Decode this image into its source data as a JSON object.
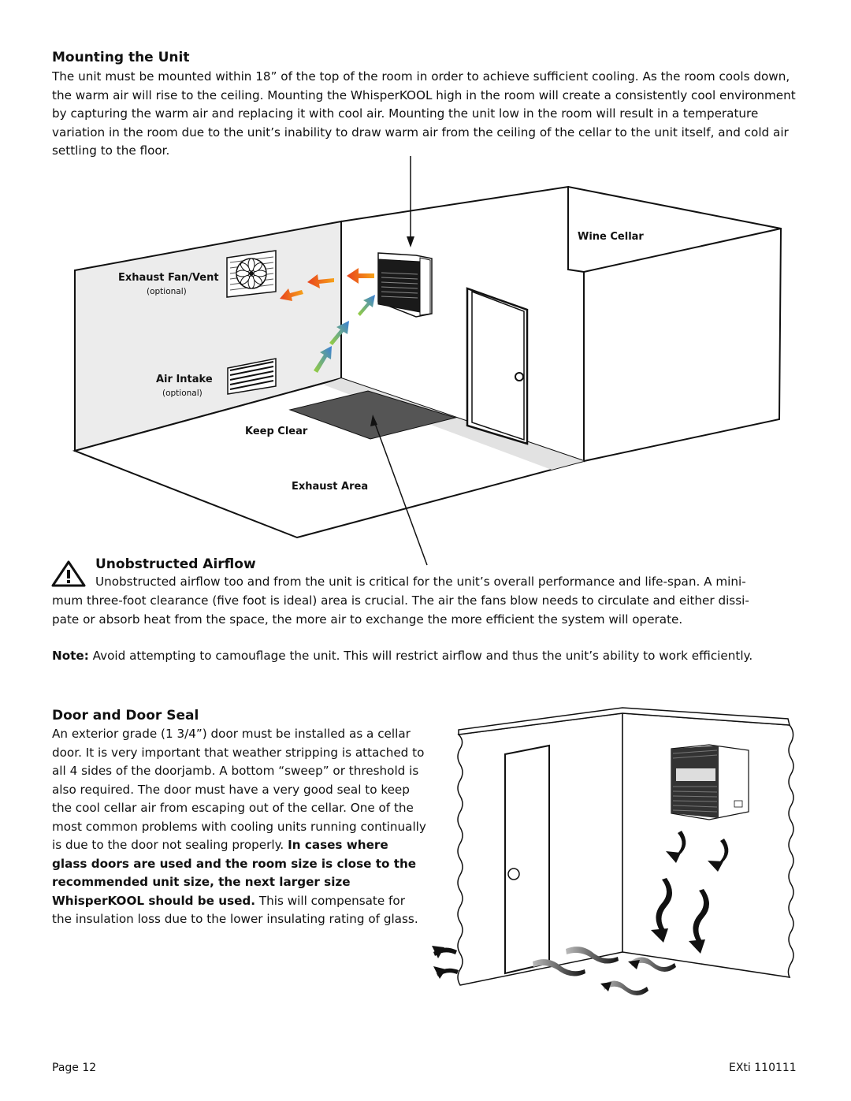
{
  "mounting": {
    "heading": "Mounting the Unit",
    "body": "The unit must be mounted within 18” of the top of the room in order to achieve sufficient cooling.  As the room cools down, the warm air will rise to the ceiling.  Mounting the WhisperKOOL high in the room will create a consistently cool environment by capturing the warm air and replacing it with cool air.  Mounting the unit low in the room will result in a temperature variation in the room due to the unit’s inability to draw warm air from the ceiling of the cellar to the unit itself, and cold air settling to the floor."
  },
  "diagram": {
    "wine_cellar": "Wine Cellar",
    "exhaust_fan": "Exhaust Fan/Vent",
    "exhaust_fan_optional": "(optional)",
    "air_intake": "Air Intake",
    "air_intake_optional": "(optional)",
    "keep_clear": "Keep Clear",
    "exhaust_area": "Exhaust Area"
  },
  "airflow": {
    "heading": "Unobstructed Airflow",
    "body": "Unobstructed airflow too and from the unit is critical for the unit’s overall performance and life-span. A minimum three-foot clearance (five foot is ideal) area is crucial. The air the fans blow needs to circulate and either dissipate or absorb heat from the space, the more air to exchange the more efficient the system will operate.",
    "line1": "Unobstructed airflow too and from the unit is critical for the unit’s overall performance and life-span. A mini-",
    "line2": "mum three-foot clearance (five foot is ideal) area is crucial. The air the fans blow needs to circulate and either dissi-",
    "line3": "pate or absorb heat from the space, the more air to exchange the more efficient the system will operate."
  },
  "note": {
    "label": "Note:",
    "text": " Avoid attempting to camouflage the unit. This will restrict airflow and thus the unit’s ability to work efficiently."
  },
  "door": {
    "heading": "Door and Door Seal",
    "body_plain": "An exterior grade (1 3/4”) door must be installed as a cellar door. It is very important that weather stripping is attached to all 4 sides of the doorjamb. A bottom “sweep” or threshold is also required. The door must have a very good seal to keep the cool cellar air from escaping out of the cellar. One of the most common problems with cooling units running continually is due to the door not sealing properly. ",
    "body_bold": "In cases where glass doors are used and the room size is close to the recommended unit size, the next larger size WhisperKOOL should be used.",
    "body_end": " This will compensate for the insulation loss due to the lower insulating rating of glass."
  },
  "footer": {
    "page": "Page 12",
    "code": "EXti 110111"
  },
  "colors": {
    "warm_arrow": "#e8421c",
    "cool_arrow": "#3a7fd8",
    "floor_gray": "#e6e6e6",
    "keep_clear_area": "#555555"
  }
}
